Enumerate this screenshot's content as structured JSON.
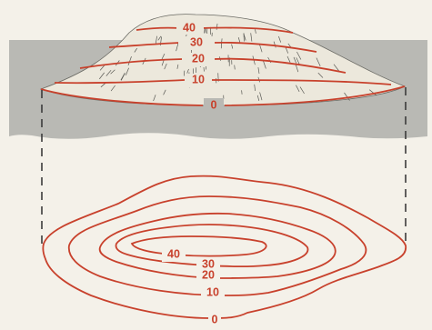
{
  "colors": {
    "paper": "#f4f1e9",
    "water": "#b9b9b4",
    "contour": "#c8412c",
    "hill": "#ece8dc",
    "hatch": "#5a5a55",
    "guide": "#3b3b3b"
  },
  "elevation_view": {
    "contour_labels": [
      "40",
      "30",
      "20",
      "10",
      "0"
    ]
  },
  "plan_view": {
    "contour_labels": [
      "40",
      "30",
      "20",
      "10",
      "0"
    ]
  }
}
